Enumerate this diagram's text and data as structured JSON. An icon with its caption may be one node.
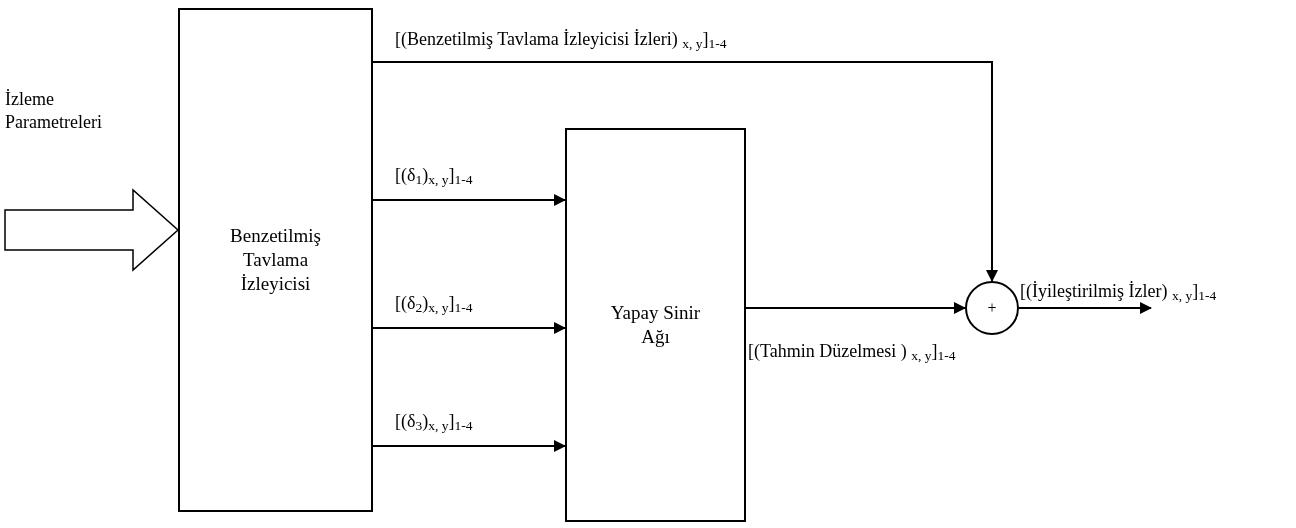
{
  "diagram": {
    "nodes": [
      {
        "text": [
          "Benzetilmiş Tavlama İzleyicisi"
        ]
      },
      {
        "text": [
          "Yapay Sinir Ağı"
        ]
      },
      {
        "text": [
          "+"
        ]
      }
    ],
    "edges": [
      {
        "from": null,
        "to": 0,
        "arrow": "to",
        "style": "thick"
      },
      {
        "from": 0,
        "to": 2,
        "arrow": "to",
        "label": "[(Benzetilmiş Tavlama İzleyicisi İzleri) $_{x, y}$]$_{1-4}$"
      },
      {
        "from": 0,
        "to": 1,
        "arrow": "to",
        "label": "[(δ$_{1}$)$_{x, y}$]$_{1-4}$"
      },
      {
        "from": 0,
        "to": 1,
        "arrow": "to",
        "label": "[(δ$_{2}$)$_{x, y}$]$_{1-4}$"
      },
      {
        "from": 0,
        "to": 1,
        "arrow": "to",
        "label": "[(δ$_{3}$)$_{x, y}$]$_{1-4}$"
      },
      {
        "from": 1,
        "to": 2,
        "arrow": "to",
        "label": "[(Tahmin Düzelmesi ) $_{x, y}$]$_{1-4}$"
      },
      {
        "from": 2,
        "to": null,
        "arrow": "to",
        "label": "[(İyileştirilmiş İzler) $_{x, y}$]$_{1-4}$"
      }
    ],
    "labels": [
      "İzleme Parametreleri"
    ]
  }
}
